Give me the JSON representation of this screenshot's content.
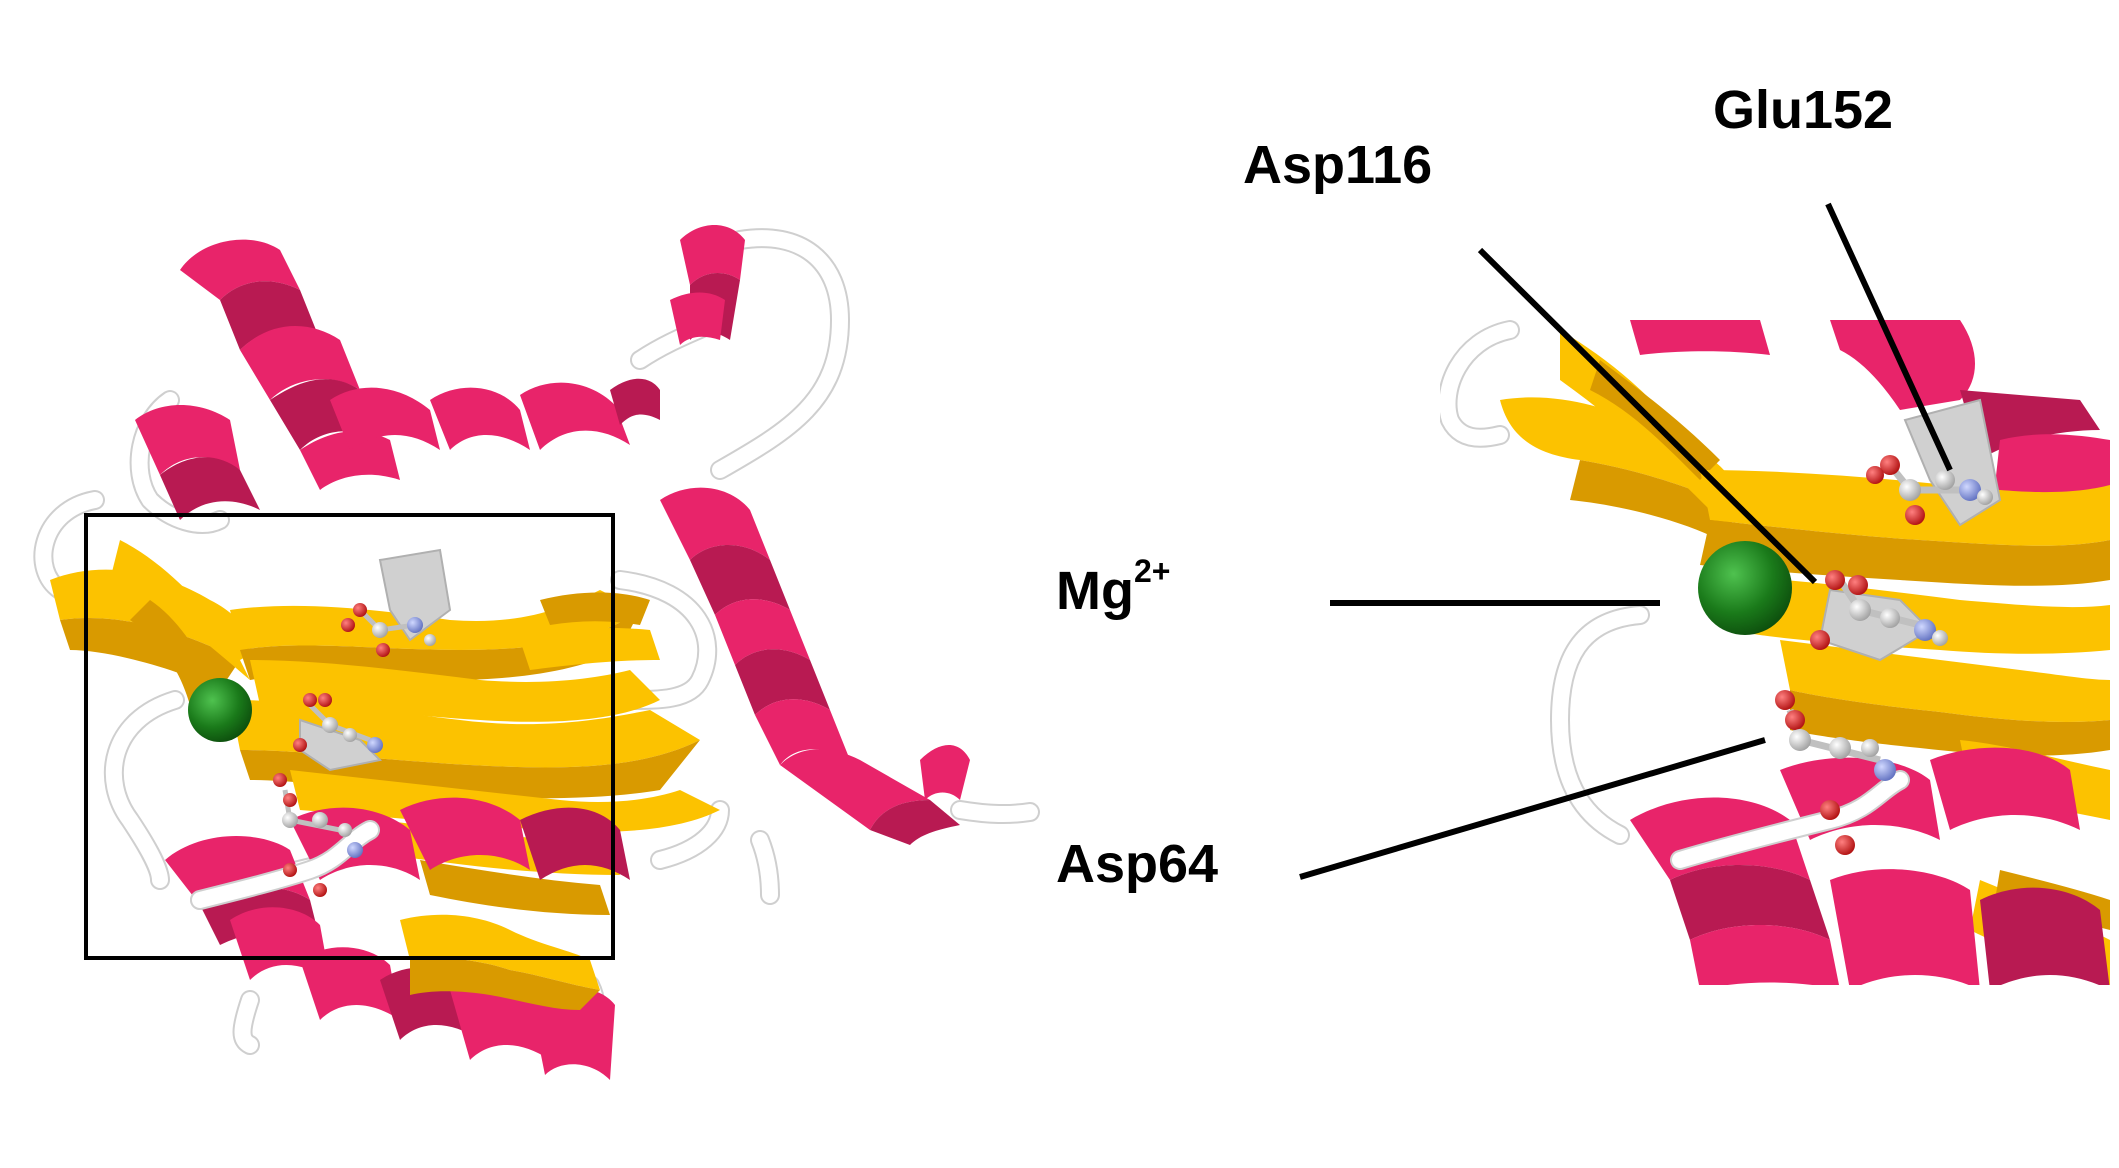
{
  "figure": {
    "labels": {
      "glu152": "Glu152",
      "asp116": "Asp116",
      "mg_base": "Mg",
      "mg_superscript": "2+",
      "asp64": "Asp64"
    },
    "colors": {
      "helix": "#e8246a",
      "helix_shade": "#b81a52",
      "sheet": "#fcc200",
      "sheet_shade": "#d99a00",
      "coil": "#ffffff",
      "metal_ion": "#1a7a1a",
      "oxygen_atom": "#d42020",
      "nitrogen_atom": "#8090e0",
      "carbon_atom": "#c8c8c8",
      "leader_line": "#000000",
      "zoom_box": "#000000"
    }
  }
}
